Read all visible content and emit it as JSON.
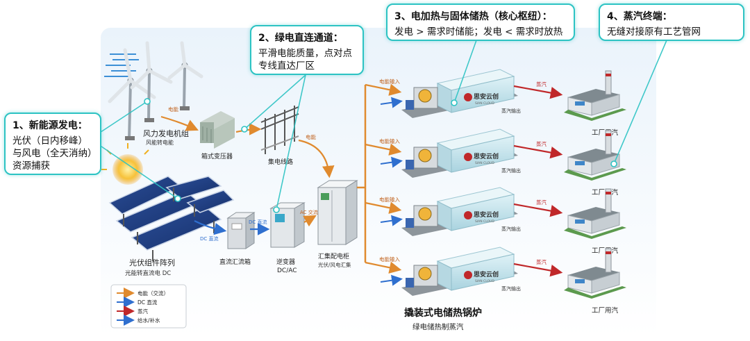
{
  "callouts": {
    "c1": {
      "title": "1、新能源发电：",
      "lines": [
        "光伏（日内移峰）",
        "与风电（全天消纳）",
        "资源捕获"
      ]
    },
    "c2": {
      "title": "2、绿电直连通道：",
      "lines": [
        "平滑电能质量，点对点",
        "专线直达厂区"
      ]
    },
    "c3": {
      "title": "3、电加热与固体储热（核心枢纽）：",
      "lines": [
        "发电 > 需求时储能；发电 < 需求时放热"
      ]
    },
    "c4": {
      "title": "4、蒸汽终端：",
      "lines": [
        "无缝对接原有工艺管网"
      ]
    }
  },
  "components": {
    "wind_name": "风力发电机组",
    "wind_sub": "风能转电能",
    "box_transformer": "箱式变压器",
    "collector_line": "集电线路",
    "pv_name": "光伏组件阵列",
    "pv_sub": "光能转直流电 DC",
    "combiner": "直流汇流箱",
    "inverter": "逆变器",
    "inverter_sub": "DC/AC",
    "cabinet": "汇集配电柜",
    "cabinet_sub": "光伏/风电汇集",
    "boiler_title": "撬装式电储热锅炉",
    "boiler_sub": "绿电储热制蒸汽",
    "brand": "思安云创",
    "brand_en": "SIAN CLOUD",
    "factory": "工厂用汽"
  },
  "flow_labels": {
    "elec": "电能",
    "dc": "DC 直流",
    "ac": "AC 交流",
    "elec_in": "电能输入",
    "steam": "蒸汽",
    "steam_out": "蒸汽输出"
  },
  "legend": [
    {
      "label": "电能（交流）",
      "color": "#e08a2e"
    },
    {
      "label": "DC 直流",
      "color": "#2f6fcf"
    },
    {
      "label": "蒸汽",
      "color": "#c0282a"
    },
    {
      "label": "给水/补水",
      "color": "#2f6fcf"
    }
  ]
}
